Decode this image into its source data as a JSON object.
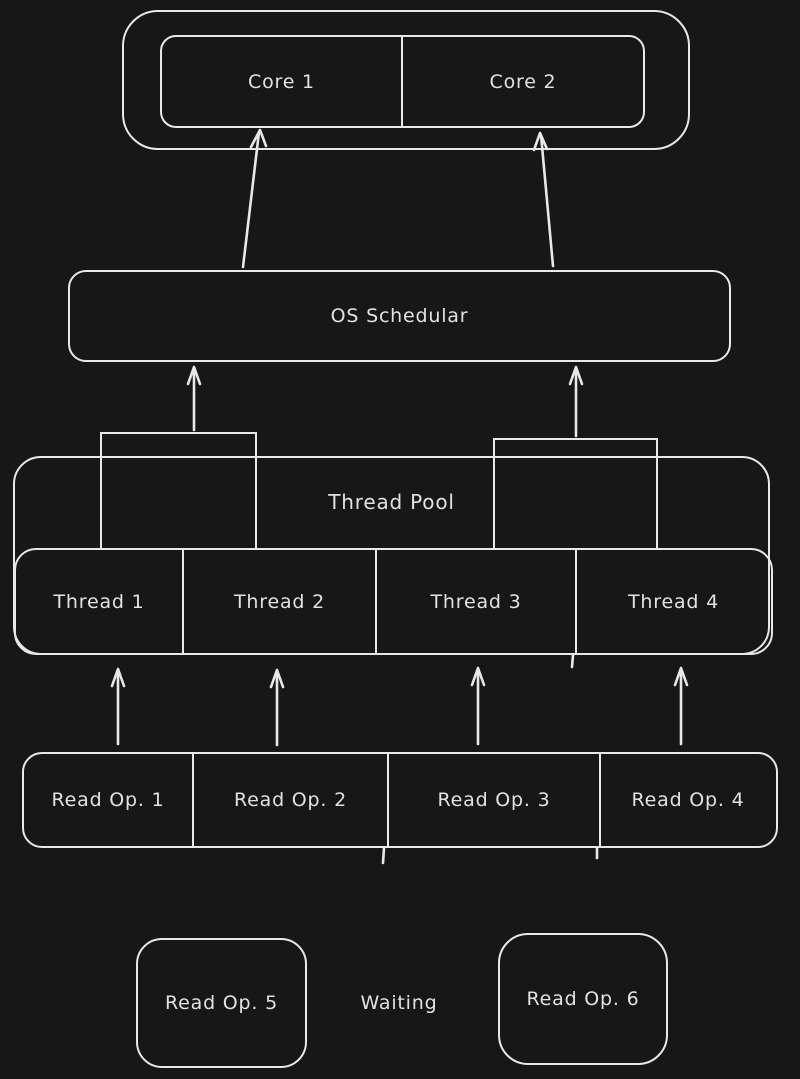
{
  "colors": {
    "background": "#171717",
    "stroke": "#e8e8e8",
    "text": "#e2e1e4"
  },
  "cpu": {
    "cores": [
      {
        "label": "Core 1"
      },
      {
        "label": "Core 2"
      }
    ]
  },
  "os_scheduler": {
    "label": "OS Schedular"
  },
  "thread_pool": {
    "label": "Thread Pool",
    "threads": [
      {
        "label": "Thread 1"
      },
      {
        "label": "Thread 2"
      },
      {
        "label": "Thread 3"
      },
      {
        "label": "Thread 4"
      }
    ]
  },
  "read_ops": {
    "queue": [
      {
        "label": "Read Op. 1"
      },
      {
        "label": "Read Op. 2"
      },
      {
        "label": "Read Op. 3"
      },
      {
        "label": "Read Op. 4"
      }
    ]
  },
  "waiting_area": {
    "status_label": "Waiting",
    "items": [
      {
        "label": "Read Op. 5"
      },
      {
        "label": "Read Op. 6"
      }
    ]
  }
}
